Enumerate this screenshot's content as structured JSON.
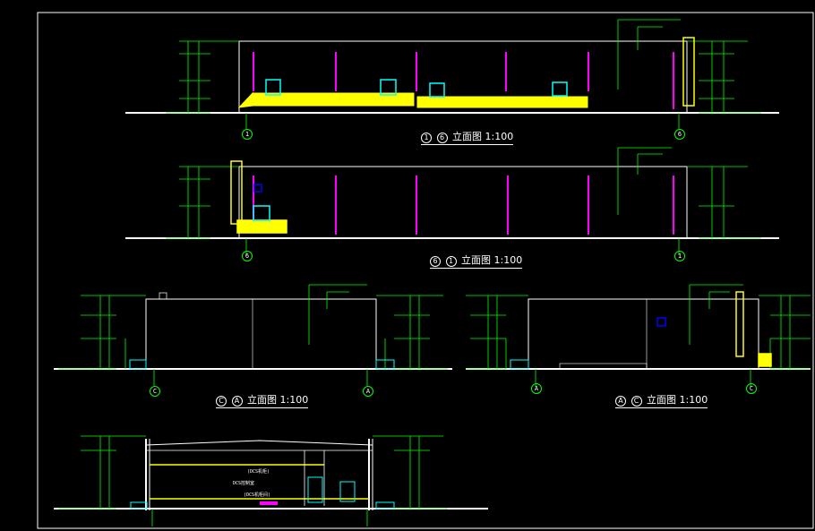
{
  "drawing_titles": {
    "elev_1_6": {
      "a": "1",
      "b": "6",
      "label": "立面图 1:100"
    },
    "elev_6_1": {
      "a": "6",
      "b": "1",
      "label": "立面图 1:100"
    },
    "elev_C_A": {
      "a": "C",
      "b": "A",
      "label": "立面图 1:100"
    },
    "elev_A_C": {
      "a": "A",
      "b": "C",
      "label": "立面图 1:100"
    }
  },
  "axes": {
    "e1_left": "1",
    "e1_right": "6",
    "e2_left": "6",
    "e2_right": "1",
    "e3_left": "C",
    "e3_right": "A",
    "e4_left": "A",
    "e4_right": "C"
  },
  "section_labels": {
    "room1": "(DCS机柜)",
    "room2": "DCS控制室",
    "room3": "(DCS机柜间)"
  },
  "colors": {
    "background": "#000000",
    "lines": "#ffffff",
    "dimension": "#00ff00",
    "column": "#ff00ff",
    "stairs": "#ffff00",
    "doors": "#00ffff",
    "window": "#0000ff"
  }
}
